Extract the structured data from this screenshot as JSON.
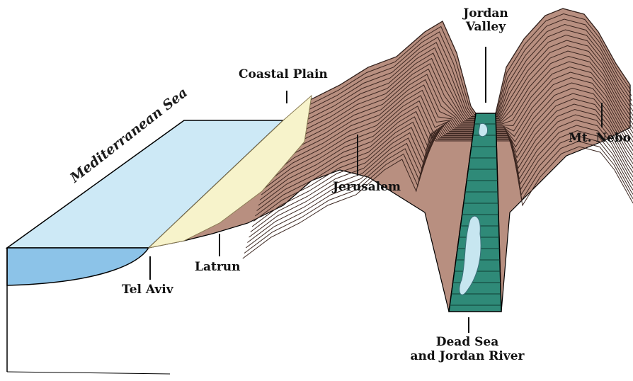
{
  "diagram": {
    "labels": {
      "jordan_valley_line1": "Jordan",
      "jordan_valley_line2": "Valley",
      "coastal_plain": "Coastal Plain",
      "mt_nebo": "Mt. Nebo",
      "mediterranean_sea": "Mediterranean Sea",
      "jerusalem": "Jerusalem",
      "latrun": "Latrun",
      "tel_aviv": "Tel Aviv",
      "dead_sea_line1": "Dead Sea",
      "dead_sea_line2": "and Jordan River"
    },
    "colors": {
      "sea_surface": "#cde9f6",
      "sea_front": "#8cc3e8",
      "coastal_strip": "#f7f3cb",
      "land": "#b88f80",
      "land_lines": "#3b2620",
      "valley_fill": "#2f8a78",
      "dead_sea_water": "#c7e6f0",
      "outline": "#000000"
    }
  }
}
